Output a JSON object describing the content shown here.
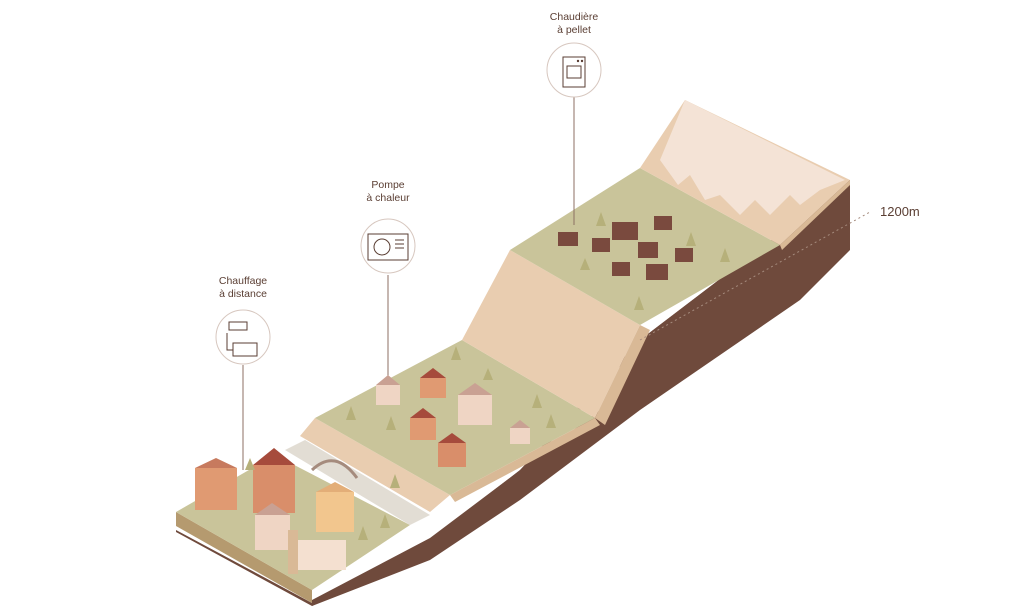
{
  "labels": {
    "district": {
      "line1": "Chauffage",
      "line2": "à distance",
      "icon": "district-heating-icon"
    },
    "heatpump": {
      "line1": "Pompe",
      "line2": "à chaleur",
      "icon": "heat-pump-icon"
    },
    "pellet": {
      "line1": "Chaudière",
      "line2": "à pellet",
      "icon": "pellet-boiler-icon"
    }
  },
  "altitude": "1200m",
  "colors": {
    "grass": "#c9c49a",
    "earth_light": "#e9cdb0",
    "earth_mid": "#d9b996",
    "cliff": "#6f4a3c",
    "snow": "#f4e3d6",
    "tree": "#b6b07a",
    "roof": "#a64b3c",
    "wall": "#e09a72",
    "cabin": "#7a4a3e",
    "ink": "#5a3e33"
  }
}
